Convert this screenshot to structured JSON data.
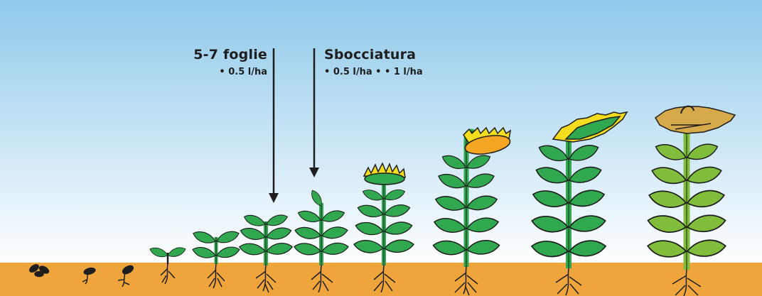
{
  "stages": {
    "foglie": {
      "title": "5-7 foglie",
      "dose": "• 0.5 l/ha"
    },
    "sbocciatura": {
      "title": "Sbocciatura",
      "dose": "• 0.5 l/ha • • 1 l/ha"
    }
  },
  "colors": {
    "sky_top": "#8ec9ea",
    "sky_bottom": "#ffffff",
    "soil": "#f0a53c",
    "leaf": "#2fa84f",
    "leaf_light": "#7fbd3a",
    "outline": "#1e1e1e",
    "petal_yellow": "#f4dc1e",
    "disc_orange": "#f5a623",
    "dried_head": "#d6a94a"
  },
  "icons": {
    "arrow": "down-arrow-icon"
  }
}
